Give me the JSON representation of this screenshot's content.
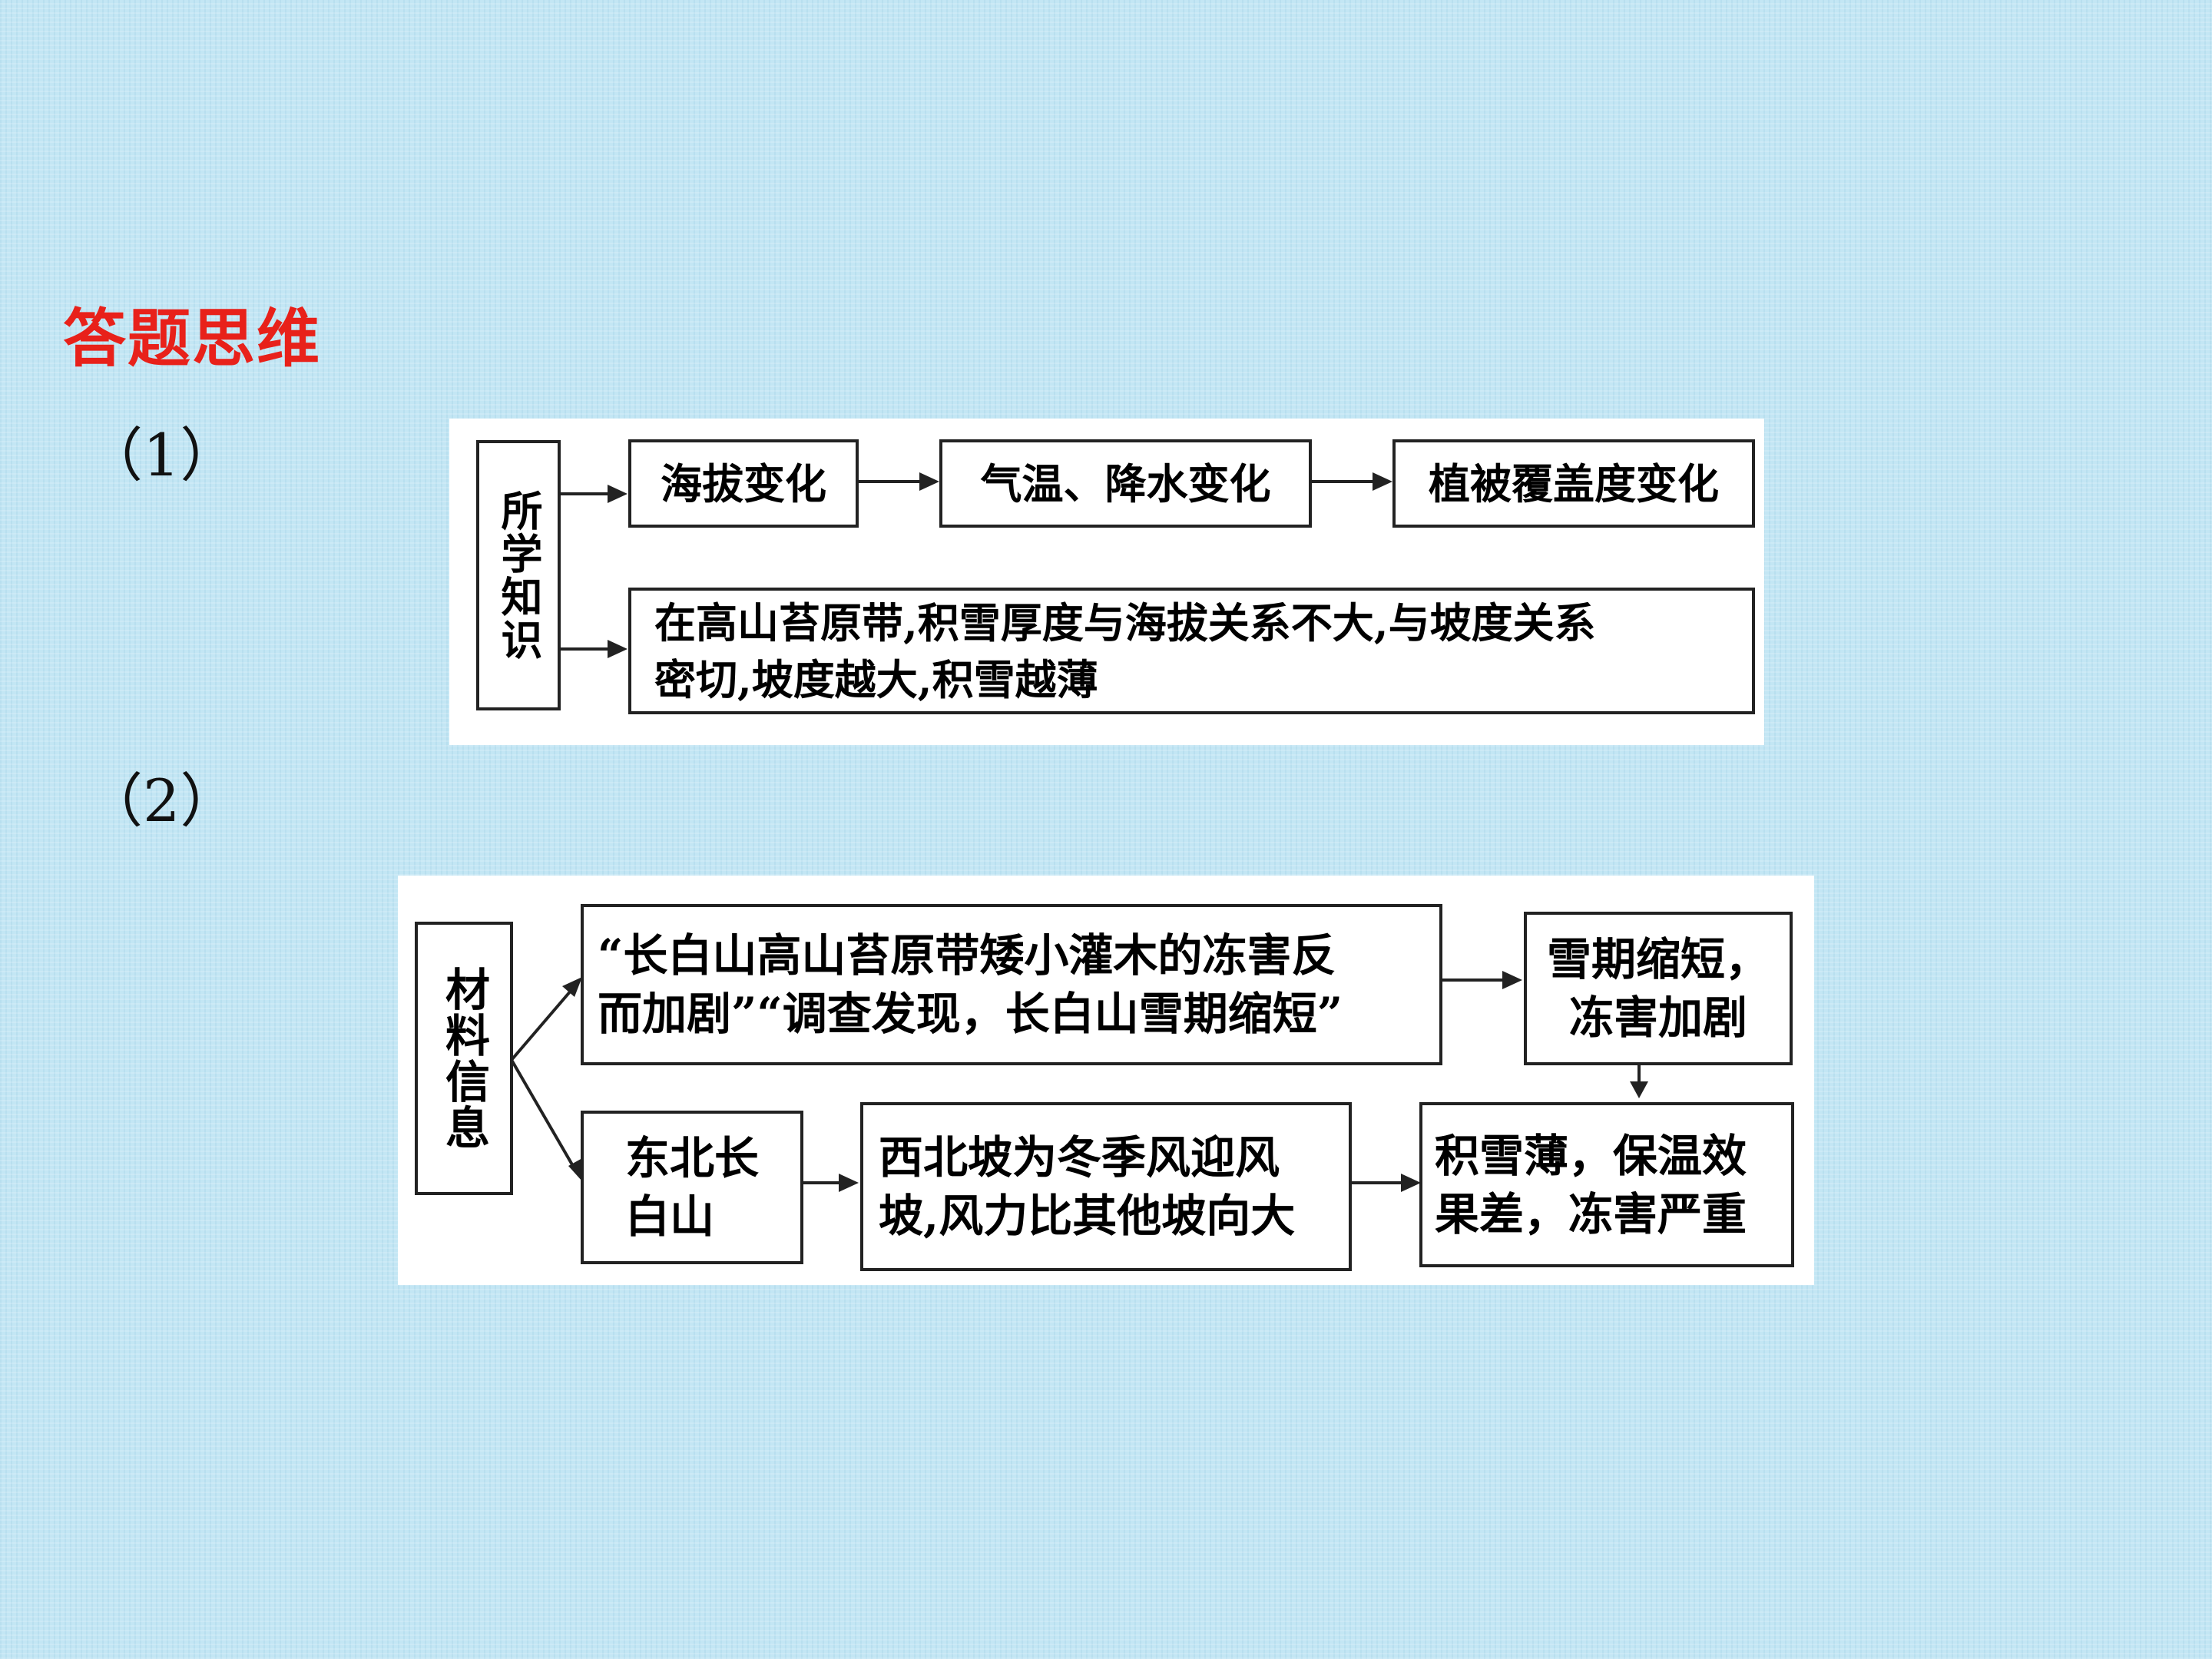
{
  "heading": "答题思维",
  "part1": {
    "label": "（1）",
    "source": "所学知识",
    "chain": [
      "海拔变化",
      "气温、降水变化",
      "植被覆盖度变化"
    ],
    "fact_line1": "在高山苔原带,积雪厚度与海拔关系不大,与坡度关系",
    "fact_line2": "密切,坡度越大,积雪越薄"
  },
  "part2": {
    "label": "（2）",
    "source": "材料信息",
    "quote_line1": "“长白山高山苔原带矮小灌木的冻害反",
    "quote_line2": "而加剧”“调查发现，长白山雪期缩短”",
    "result_top_line1": "雪期缩短，",
    "result_top_line2": "冻害加剧",
    "location_line1": "东北长",
    "location_line2": "白山",
    "slope_line1": "西北坡为冬季风迎风",
    "slope_line2": "坡,风力比其他坡向大",
    "result_bottom_line1": "积雪薄，保温效",
    "result_bottom_line2": "果差，冻害严重"
  }
}
